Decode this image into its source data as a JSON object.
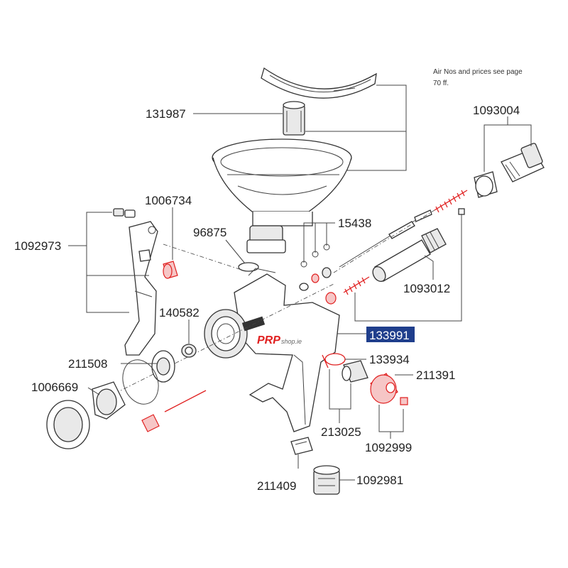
{
  "note": {
    "line1": "Air Nos and prices see page",
    "line2": "70 ff."
  },
  "labels": {
    "p131987": "131987",
    "p1093004": "1093004",
    "p1006734": "1006734",
    "p96875": "96875",
    "p15438": "15438",
    "p1092973": "1092973",
    "p1093012": "1093012",
    "p140582": "140582",
    "p133991": "133991",
    "p211508": "211508",
    "p133934": "133934",
    "p211391": "211391",
    "p1006669": "1006669",
    "p213025": "213025",
    "p1092999": "1092999",
    "p211409": "211409",
    "p1092981": "1092981"
  },
  "highlight_color": "#1f3e8c",
  "accent_red": "#e02020",
  "logo": {
    "brand": "PRP",
    "suffix": "shop.ie"
  }
}
